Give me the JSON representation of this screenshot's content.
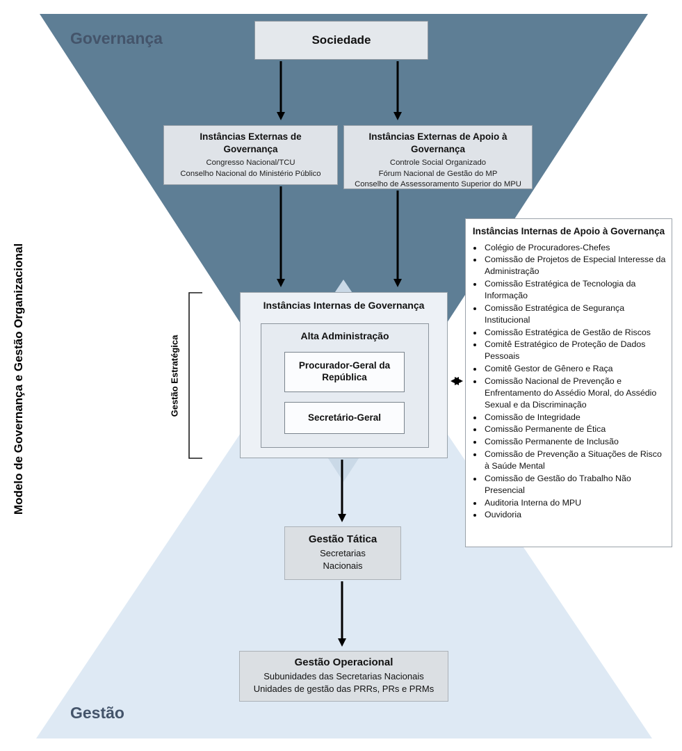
{
  "side_title": "Modelo de Governança e Gestão Organizacional",
  "zones": {
    "governance_label": "Governança",
    "management_label": "Gestão",
    "strategic_bracket_label": "Gestão Estratégica"
  },
  "colors": {
    "dark_triangle": "#5e7e95",
    "light_triangle": "#d9e6f3",
    "zone_label_blue": "#44546a",
    "box_gray": "#dfe3e8",
    "arrow_black": "#000000"
  },
  "boxes": {
    "sociedade": {
      "title": "Sociedade"
    },
    "external_governance": {
      "title": "Instâncias Externas de Governança",
      "lines": [
        "Congresso Nacional/TCU",
        "Conselho Nacional do Ministério Público"
      ]
    },
    "external_support": {
      "title": "Instâncias Externas de Apoio à Governança",
      "lines": [
        "Controle Social Organizado",
        "Fórum Nacional de Gestão do MP",
        "Conselho de Assessoramento Superior do MPU"
      ]
    },
    "internal_governance": {
      "title": "Instâncias Internas de Governança",
      "alta_title": "Alta Administração",
      "pgr": "Procurador-Geral da República",
      "sg": "Secretário-Geral"
    },
    "internal_support": {
      "title": "Instâncias Internas de Apoio à Governança",
      "items": [
        "Colégio de Procuradores-Chefes",
        "Comissão de Projetos de Especial Interesse da Administração",
        "Comissão Estratégica de Tecnologia da Informação",
        "Comissão Estratégica de Segurança Institucional",
        "Comissão Estratégica de Gestão de Riscos",
        "Comitê Estratégico de Proteção de Dados Pessoais",
        "Comitê Gestor de Gênero e Raça",
        "Comissão Nacional de Prevenção e Enfrentamento do Assédio Moral, do Assédio Sexual e da Discriminação",
        "Comissão de Integridade",
        "Comissão Permanente de Ética",
        "Comissão Permanente de Inclusão",
        "Comissão de Prevenção a Situações de Risco à Saúde Mental",
        "Comissão de Gestão do Trabalho Não Presencial",
        "Auditoria Interna do MPU",
        "Ouvidoria"
      ]
    },
    "tactical": {
      "title": "Gestão Tática",
      "lines": [
        "Secretarias",
        "Nacionais"
      ]
    },
    "operational": {
      "title": "Gestão Operacional",
      "lines": [
        "Subunidades das Secretarias Nacionais",
        "Unidades de gestão das PRRs, PRs e PRMs"
      ]
    }
  }
}
